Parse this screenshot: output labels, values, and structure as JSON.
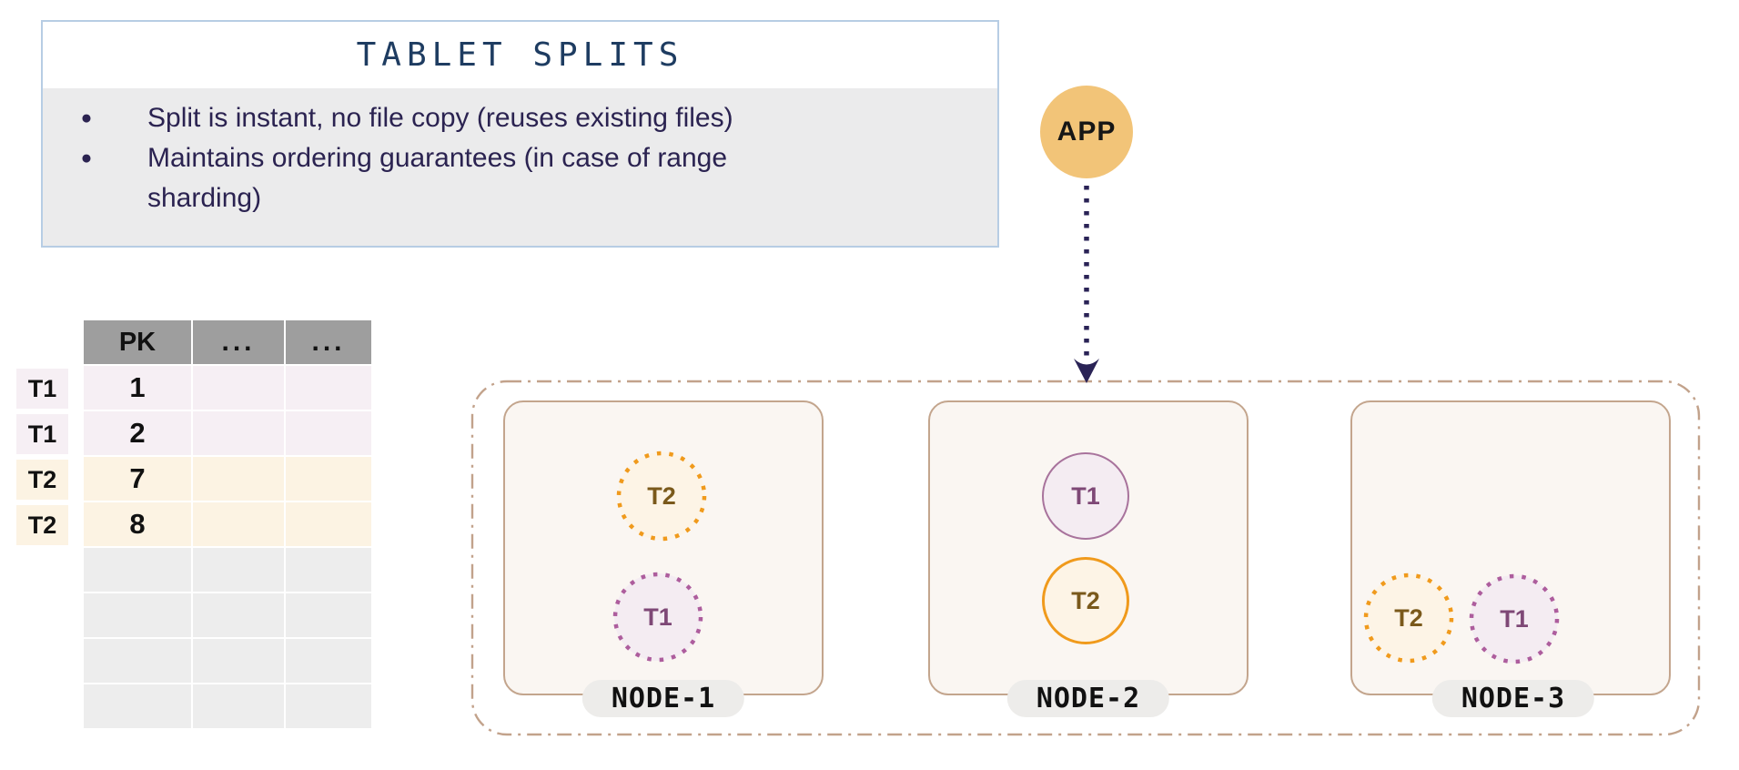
{
  "info_box": {
    "title": "TABLET SPLITS",
    "bullets": [
      "Split is instant, no file copy (reuses existing files)",
      "Maintains ordering guarantees (in case of range\nsharding)"
    ]
  },
  "app": {
    "label": "APP"
  },
  "table": {
    "columns": [
      "PK",
      "...",
      "..."
    ],
    "rows": [
      {
        "tablet": "T1",
        "pk": "1"
      },
      {
        "tablet": "T1",
        "pk": "2"
      },
      {
        "tablet": "T2",
        "pk": "7"
      },
      {
        "tablet": "T2",
        "pk": "8"
      }
    ],
    "empty_row_count": 4
  },
  "cluster": {
    "nodes": [
      {
        "label": "NODE-1",
        "tablets": [
          {
            "label": "T2",
            "color": "orange",
            "style": "dotted"
          },
          {
            "label": "T1",
            "color": "purple",
            "style": "dotted"
          }
        ]
      },
      {
        "label": "NODE-2",
        "tablets": [
          {
            "label": "T1",
            "color": "purple",
            "style": "solid"
          },
          {
            "label": "T2",
            "color": "orange",
            "style": "solid"
          }
        ]
      },
      {
        "label": "NODE-3",
        "tablets": [
          {
            "label": "T2",
            "color": "orange",
            "style": "dotted"
          },
          {
            "label": "T1",
            "color": "purple",
            "style": "dotted"
          }
        ]
      }
    ]
  },
  "colors": {
    "title_text": "#1e3c61",
    "body_text": "#2b2351",
    "info_border": "#b7cde4",
    "info_body_bg": "#ebebec",
    "app_circle": "#f2c478",
    "arrow": "#2a2356",
    "tablet_orange": "#f09a1c",
    "tablet_orange_fill": "#fdf4e6",
    "tablet_purple": "#a8739c",
    "tablet_purple_dot": "#ad5d9d",
    "tablet_purple_fill": "#f4ecf2",
    "node_border": "#c3a58d",
    "node_fill": "#faf6f2",
    "cluster_border": "#c2a28b",
    "pill_bg": "#edecea",
    "table_header_bg": "#9e9e9e",
    "row_pink": "#f6eff4",
    "row_cream": "#fcf3e3",
    "row_gray": "#ededed"
  }
}
